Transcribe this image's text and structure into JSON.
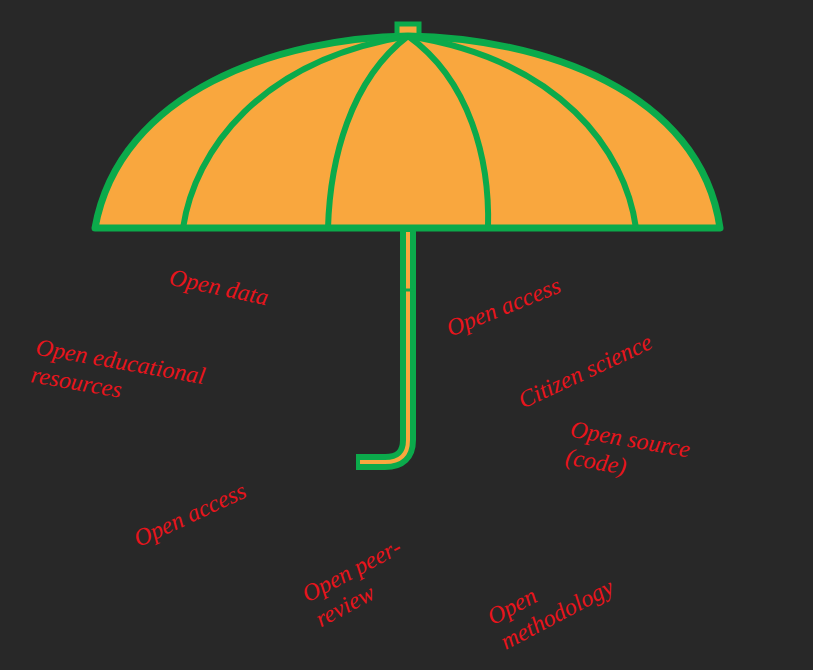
{
  "diagram": {
    "labels": [
      "Open data",
      "Open access",
      "Open educational resources",
      "Citizen science",
      "Open source (code)",
      "Open access",
      "Open peer-review",
      "Open methodology"
    ]
  }
}
